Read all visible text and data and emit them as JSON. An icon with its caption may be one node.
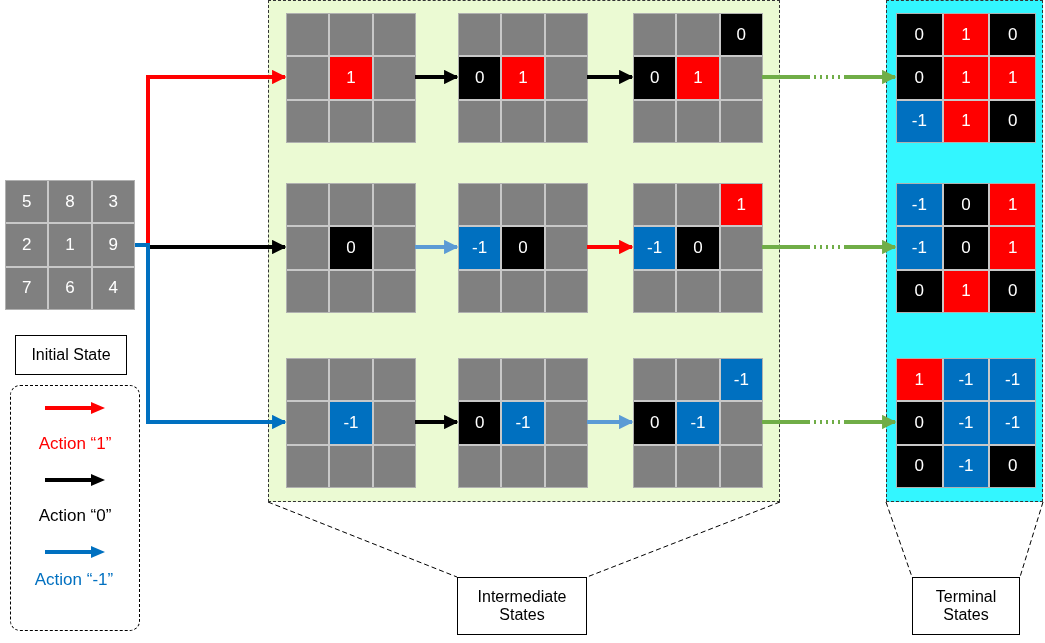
{
  "diagram": {
    "nodes": [
      {
        "text": [
          "5",
          "8",
          "3",
          "2",
          "1",
          "9",
          "7",
          "6",
          "4"
        ]
      },
      {
        "text": [],
        "shape": "box"
      },
      {
        "text": [
          "1"
        ],
        "in": 1
      },
      {
        "text": [
          "0",
          "1"
        ],
        "in": 1
      },
      {
        "text": [
          "0",
          "0",
          "1"
        ],
        "in": 1
      },
      {
        "text": [
          "0"
        ],
        "in": 1
      },
      {
        "text": [
          "-1",
          "0"
        ],
        "in": 1
      },
      {
        "text": [
          "1",
          "-1",
          "0"
        ],
        "in": 1
      },
      {
        "text": [
          "-1"
        ],
        "in": 1
      },
      {
        "text": [
          "0",
          "-1"
        ],
        "in": 1
      },
      {
        "text": [
          "-1",
          "0",
          "-1"
        ],
        "in": 1
      },
      {
        "text": [],
        "shape": "box"
      },
      {
        "text": [
          "0",
          "1",
          "0",
          "0",
          "1",
          "1",
          "-1",
          "1",
          "0"
        ],
        "in": 11
      },
      {
        "text": [
          "-1",
          "0",
          "1",
          "-1",
          "0",
          "1",
          "0",
          "1",
          "0"
        ],
        "in": 11
      },
      {
        "text": [
          "1",
          "-1",
          "-1",
          "0",
          "-1",
          "-1",
          "0",
          "-1",
          "0"
        ],
        "in": 11
      }
    ],
    "edges": [
      {
        "from": 0,
        "to": 2,
        "arrow": "to",
        "color": "#ff0000"
      },
      {
        "from": 0,
        "to": 5,
        "arrow": "to"
      },
      {
        "from": 0,
        "to": 8,
        "arrow": "to",
        "color": "#0070c0"
      },
      {
        "from": 2,
        "to": 3,
        "arrow": "to"
      },
      {
        "from": 3,
        "to": 4,
        "arrow": "to"
      },
      {
        "from": 5,
        "to": 6,
        "arrow": "to",
        "color": "#5b9bd5"
      },
      {
        "from": 6,
        "to": 7,
        "arrow": "to",
        "color": "#ff0000"
      },
      {
        "from": 8,
        "to": 9,
        "arrow": "to"
      },
      {
        "from": 9,
        "to": 10,
        "arrow": "to",
        "color": "#5b9bd5"
      },
      {
        "from": 4,
        "to": 12,
        "arrow": "to",
        "color": "#70ad47",
        "style": "dashed"
      },
      {
        "from": 7,
        "to": 13,
        "arrow": "to",
        "color": "#70ad47",
        "style": "dashed"
      },
      {
        "from": 10,
        "to": 14,
        "arrow": "to",
        "color": "#70ad47",
        "style": "dashed"
      }
    ],
    "labels": [
      "Initial State",
      "Intermediate States",
      "Terminal States"
    ],
    "legend": [
      {
        "text": "Action “1”"
      },
      {
        "text": "Action “0”"
      },
      {
        "text": "Action “-1”"
      }
    ]
  }
}
